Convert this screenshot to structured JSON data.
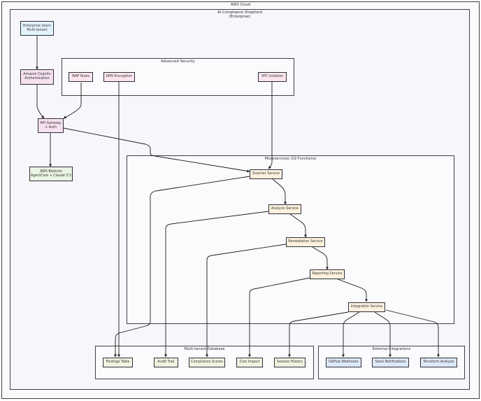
{
  "clusters": {
    "aws_cloud": "AWS Cloud",
    "shepherd": "AI Compliance Shepherd\n(Enterprise)",
    "security": "Advanced Security",
    "microservices": "Microservices (19 Functions)",
    "database": "Multi-tenant Database",
    "integrations": "External Integrations"
  },
  "nodes": {
    "users": "Enterprise Users\nMulti-tenant",
    "cognito": "Amazon Cognito\nAuthentication",
    "waf": "WAF Rules",
    "kms": "KMS Encryption",
    "vpc": "VPC Isolation",
    "gateway": "API Gateway\n+ Auth",
    "bedrock": "AWS Bedrock\nAgentCore + Claude 3.5",
    "scanner": "Scanner Service",
    "analysis": "Analysis Service",
    "remediation": "Remediation Service",
    "reporting": "Reporting Service",
    "integration": "Integration Service",
    "findings": "Findings Table",
    "audit": "Audit Trail",
    "scores": "Compliance Scores",
    "cost": "Cost Impact",
    "session": "Session History",
    "github": "GitHub Webhooks",
    "slack": "Slack Notifications",
    "terraform": "Terraform Analysis"
  },
  "colors": {
    "line": "#1a1a1a",
    "border": "#3f3f4a"
  }
}
